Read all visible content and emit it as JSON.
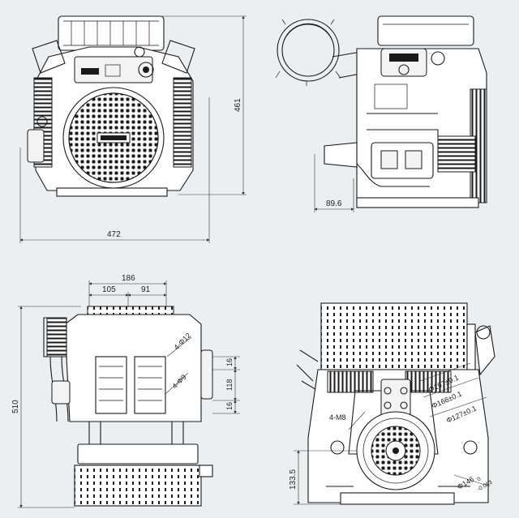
{
  "views": {
    "front": {
      "width_dim": "472",
      "height_dim": "461"
    },
    "side": {
      "offset_dim": "89.6"
    },
    "bottom": {
      "total_dim": "186",
      "left_dim": "105",
      "right_dim": "91",
      "height_dim": "510",
      "hole_dim": "4-Φ12",
      "pattern_dim": "4-Φ9",
      "pitch_top": "16",
      "pitch_mid": "118",
      "pitch_bot": "16"
    },
    "rear": {
      "holes_dim": "4-M8",
      "pcd_large": "Φ197±0.1",
      "pcd_mid": "Φ166±0.1",
      "pcd_small": "Φ127±0.1",
      "shaft_dim": "Φ146",
      "shaft_tol_top": "0",
      "shaft_tol_bot": "-0.063",
      "height_dim": "133.5"
    }
  },
  "colors": {
    "background": "#eceef0",
    "line": "#1a1a1a"
  }
}
